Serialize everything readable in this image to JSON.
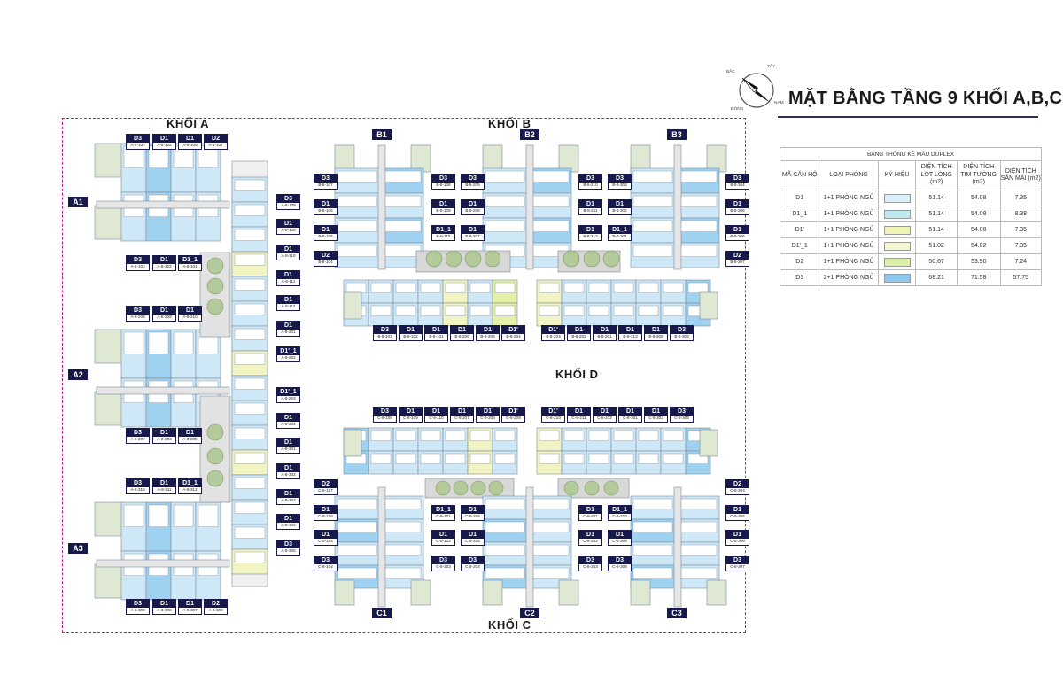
{
  "page_title": "MẶT BẰNG TẦNG 9 KHỐI A,B,C",
  "compass": {
    "north": "BẮC",
    "west": "TÂY",
    "east": "ĐÔNG",
    "south": "NAM"
  },
  "blocks": {
    "a": "KHỐI A",
    "b": "KHỐI B",
    "c": "KHỐI C",
    "d": "KHỐI D"
  },
  "wings": [
    "A1",
    "A2",
    "A3",
    "B1",
    "B2",
    "B3",
    "C1",
    "C2",
    "C3"
  ],
  "legend": {
    "caption": "BẢNG THỐNG KÊ MẪU DUPLEX",
    "headers": [
      "MÃ CĂN HỘ",
      "LOẠI PHÒNG",
      "KÝ HIỆU",
      "DIỆN TÍCH LỌT LÒNG (m2)",
      "DIỆN TÍCH TIM TƯỜNG (m2)",
      "DIỆN TÍCH SÂN MÁI (m2)"
    ],
    "rows": [
      {
        "code": "D1",
        "type": "1+1 PHÒNG NGỦ",
        "color": "#dbeffa",
        "net": "51.14",
        "gross": "54.08",
        "roof": "7.35"
      },
      {
        "code": "D1_1",
        "type": "1+1 PHÒNG NGỦ",
        "color": "#bfe9f1",
        "net": "51.14",
        "gross": "54.08",
        "roof": "8.38"
      },
      {
        "code": "D1'",
        "type": "1+1 PHÒNG NGỦ",
        "color": "#eef5b4",
        "net": "51.14",
        "gross": "54.08",
        "roof": "7.35"
      },
      {
        "code": "D1'_1",
        "type": "1+1 PHÒNG NGỦ",
        "color": "#f5f6cf",
        "net": "51.02",
        "gross": "54.02",
        "roof": "7.35"
      },
      {
        "code": "D2",
        "type": "1+1 PHÒNG NGỦ",
        "color": "#dcefa6",
        "net": "50.67",
        "gross": "53.90",
        "roof": "7.24"
      },
      {
        "code": "D3",
        "type": "2+1 PHÒNG NGỦ",
        "color": "#8ec8ee",
        "net": "68.21",
        "gross": "71.58",
        "roof": "57.75"
      }
    ]
  },
  "unit_tags": [
    {
      "c": "D3",
      "n": "A-8-104"
    },
    {
      "c": "D1",
      "n": "A-8-105"
    },
    {
      "c": "D1",
      "n": "A-8-106"
    },
    {
      "c": "D2",
      "n": "A-8-107"
    },
    {
      "c": "D3",
      "n": "A-8-103"
    },
    {
      "c": "D1",
      "n": "A-8-102"
    },
    {
      "c": "D1_1",
      "n": "A-8-101"
    },
    {
      "c": "D3",
      "n": "A-8-208"
    },
    {
      "c": "D1",
      "n": "A-8-209"
    },
    {
      "c": "D1",
      "n": "A-8-210"
    },
    {
      "c": "D3",
      "n": "A-8-207"
    },
    {
      "c": "D1",
      "n": "A-8-206"
    },
    {
      "c": "D1",
      "n": "A-8-205"
    },
    {
      "c": "D3",
      "n": "A-8-310"
    },
    {
      "c": "D1",
      "n": "A-8-311"
    },
    {
      "c": "D1_1",
      "n": "A-8-312"
    },
    {
      "c": "D3",
      "n": "A-8-309"
    },
    {
      "c": "D1",
      "n": "A-8-308"
    },
    {
      "c": "D1",
      "n": "A-8-307"
    },
    {
      "c": "D2",
      "n": "A-8-306"
    },
    {
      "c": "D3",
      "n": "A-8-108"
    },
    {
      "c": "D1",
      "n": "A-8-109"
    },
    {
      "c": "D1",
      "n": "A-8-110"
    },
    {
      "c": "D1",
      "n": "A-8-111"
    },
    {
      "c": "D1",
      "n": "A-8-112"
    },
    {
      "c": "D1",
      "n": "A-8-201"
    },
    {
      "c": "D1'_1",
      "n": "A-8-202"
    },
    {
      "c": "D1'_1",
      "n": "A-8-203"
    },
    {
      "c": "D1",
      "n": "A-8-204"
    },
    {
      "c": "D1",
      "n": "A-8-301"
    },
    {
      "c": "D1",
      "n": "A-8-302"
    },
    {
      "c": "D1",
      "n": "A-8-303"
    },
    {
      "c": "D1",
      "n": "A-8-304"
    },
    {
      "c": "D3",
      "n": "A-8-305"
    },
    {
      "c": "D3",
      "n": "B-8-107"
    },
    {
      "c": "D1",
      "n": "B-8-106"
    },
    {
      "c": "D1",
      "n": "B-8-105"
    },
    {
      "c": "D2",
      "n": "B-8-104"
    },
    {
      "c": "D3",
      "n": "B-8-108"
    },
    {
      "c": "D1",
      "n": "B-8-109"
    },
    {
      "c": "D1_1",
      "n": "B-8-110"
    },
    {
      "c": "D3",
      "n": "B-8-209"
    },
    {
      "c": "D1",
      "n": "B-8-208"
    },
    {
      "c": "D1",
      "n": "B-8-207"
    },
    {
      "c": "D3",
      "n": "B-8-210"
    },
    {
      "c": "D1",
      "n": "B-8-211"
    },
    {
      "c": "D1",
      "n": "B-8-212"
    },
    {
      "c": "D3",
      "n": "B-8-303"
    },
    {
      "c": "D1",
      "n": "B-8-302"
    },
    {
      "c": "D1_1",
      "n": "B-8-301"
    },
    {
      "c": "D3",
      "n": "B-8-304"
    },
    {
      "c": "D1",
      "n": "B-8-305"
    },
    {
      "c": "D1",
      "n": "B-8-306"
    },
    {
      "c": "D2",
      "n": "B-8-307"
    },
    {
      "c": "D3",
      "n": "B-8-103"
    },
    {
      "c": "D1",
      "n": "B-8-102"
    },
    {
      "c": "D1",
      "n": "B-8-101"
    },
    {
      "c": "D1",
      "n": "B-8-206"
    },
    {
      "c": "D1",
      "n": "B-8-205"
    },
    {
      "c": "D1'",
      "n": "B-8-204"
    },
    {
      "c": "D1'",
      "n": "B-8-203"
    },
    {
      "c": "D1",
      "n": "B-8-202"
    },
    {
      "c": "D1",
      "n": "B-8-201"
    },
    {
      "c": "D1",
      "n": "B-8-313"
    },
    {
      "c": "D1",
      "n": "B-8-309"
    },
    {
      "c": "D3",
      "n": "B-8-308"
    },
    {
      "c": "D3",
      "n": "C-8-108"
    },
    {
      "c": "D1",
      "n": "C-8-109"
    },
    {
      "c": "D1",
      "n": "C-8-110"
    },
    {
      "c": "D1",
      "n": "C-8-207"
    },
    {
      "c": "D1",
      "n": "C-8-208"
    },
    {
      "c": "D1'",
      "n": "C-8-209"
    },
    {
      "c": "D1'",
      "n": "C-8-210"
    },
    {
      "c": "D1",
      "n": "C-8-211"
    },
    {
      "c": "D1",
      "n": "C-8-212"
    },
    {
      "c": "D1",
      "n": "C-8-301"
    },
    {
      "c": "D1",
      "n": "C-8-302"
    },
    {
      "c": "D3",
      "n": "C-8-303"
    },
    {
      "c": "D2",
      "n": "C-8-107"
    },
    {
      "c": "D1",
      "n": "C-8-106"
    },
    {
      "c": "D1",
      "n": "C-8-105"
    },
    {
      "c": "D3",
      "n": "C-8-104"
    },
    {
      "c": "D1_1",
      "n": "C-8-101"
    },
    {
      "c": "D1",
      "n": "C-8-102"
    },
    {
      "c": "D3",
      "n": "C-8-103"
    },
    {
      "c": "D1",
      "n": "C-8-206"
    },
    {
      "c": "D1",
      "n": "C-8-205"
    },
    {
      "c": "D3",
      "n": "C-8-204"
    },
    {
      "c": "D1",
      "n": "C-8-201"
    },
    {
      "c": "D1",
      "n": "C-8-202"
    },
    {
      "c": "D3",
      "n": "C-8-203"
    },
    {
      "c": "D1_1",
      "n": "C-8-310"
    },
    {
      "c": "D1",
      "n": "C-8-309"
    },
    {
      "c": "D3",
      "n": "C-8-308"
    },
    {
      "c": "D2",
      "n": "C-8-304"
    },
    {
      "c": "D1",
      "n": "C-8-305"
    },
    {
      "c": "D1",
      "n": "C-8-306"
    },
    {
      "c": "D3",
      "n": "C-8-307"
    }
  ]
}
